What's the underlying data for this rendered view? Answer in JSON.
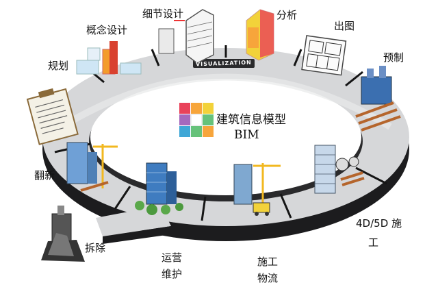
{
  "center": {
    "title": "建筑信息模型",
    "subtitle": "BIM"
  },
  "ring_caption": "VISUALIZATION",
  "stages": {
    "planning": "规划",
    "concept": "概念设计",
    "detail": "细节设计",
    "analysis": "分析",
    "drawings": "出图",
    "prefab": "预制",
    "construction_4d5d_line1": "4D/5D 施",
    "construction_4d5d_line2": "工",
    "logistics_line1": "施工",
    "logistics_line2": "物流",
    "operation_line1": "运营",
    "operation_line2": "维护",
    "demolition": "拆除",
    "renovation": "翻新"
  },
  "colors": {
    "ring_top": "#d9dadc",
    "ring_side": "#1c1c1e",
    "ring_divider": "#151515",
    "logo": [
      "#e9425a",
      "#f7a53b",
      "#f2d23a",
      "#66c27a",
      "#3fa7d6",
      "#a569bd"
    ]
  }
}
